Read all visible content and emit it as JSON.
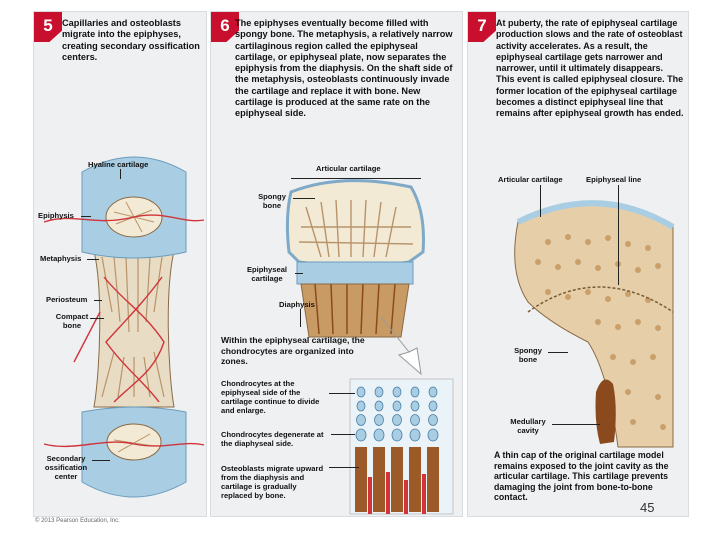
{
  "panel5": {
    "number": "5",
    "text": "Capillaries and osteoblasts migrate into the epiphyses, creating secondary ossification centers.",
    "labels": {
      "hyaline_cartilage": "Hyaline cartilage",
      "epiphysis": "Epiphysis",
      "metaphysis": "Metaphysis",
      "periosteum": "Periosteum",
      "compact_bone": "Compact bone",
      "secondary_ossification_center": "Secondary ossification center"
    }
  },
  "panel6": {
    "number": "6",
    "text": "The epiphyses eventually become filled with spongy bone. The metaphysis, a relatively narrow cartilaginous region called the epiphyseal cartilage, or epiphyseal plate, now separates the epiphysis from the diaphysis. On the shaft side of the metaphysis, osteoblasts continuously invade the cartilage and replace it with bone. New cartilage is produced at the same rate on the epiphyseal side.",
    "labels": {
      "articular_cartilage": "Articular cartilage",
      "spongy_bone": "Spongy bone",
      "epiphyseal_cartilage": "Epiphyseal cartilage",
      "diaphysis": "Diaphysis"
    },
    "zones_text": "Within the epiphyseal cartilage, the chondrocytes are organized into zones.",
    "zone_notes": [
      "Chondrocytes at the epiphyseal side of the cartilage continue to divide and enlarge.",
      "Chondrocytes degenerate at the diaphyseal side.",
      "Osteoblasts migrate upward from the diaphysis and cartilage is gradually replaced by bone."
    ]
  },
  "panel7": {
    "number": "7",
    "text": "At puberty, the rate of epiphyseal cartilage production slows and the rate of osteoblast activity accelerates. As a result, the epiphyseal cartilage gets narrower and narrower, until it ultimately disappears. This event is called epiphyseal closure. The former location of the epiphyseal cartilage becomes a distinct epiphyseal line that remains after epiphyseal growth has ended.",
    "labels": {
      "articular_cartilage": "Articular cartilage",
      "epiphyseal_line": "Epiphyseal line",
      "spongy_bone": "Spongy bone",
      "medullary_cavity": "Medullary cavity"
    },
    "bottom_text": "A thin cap of the original cartilage model remains exposed to the joint cavity as the articular cartilage. This cartilage prevents damaging the joint from bone-to-bone contact."
  },
  "footer": {
    "copyright": "© 2013 Pearson Education, Inc.",
    "page_number": "45"
  },
  "colors": {
    "cartilage_blue": "#a9cde3",
    "bone_tan": "#c89a64",
    "marrow_brown": "#8a4a1e",
    "vessel_red": "#d0343a",
    "badge_red": "#c8102e"
  }
}
